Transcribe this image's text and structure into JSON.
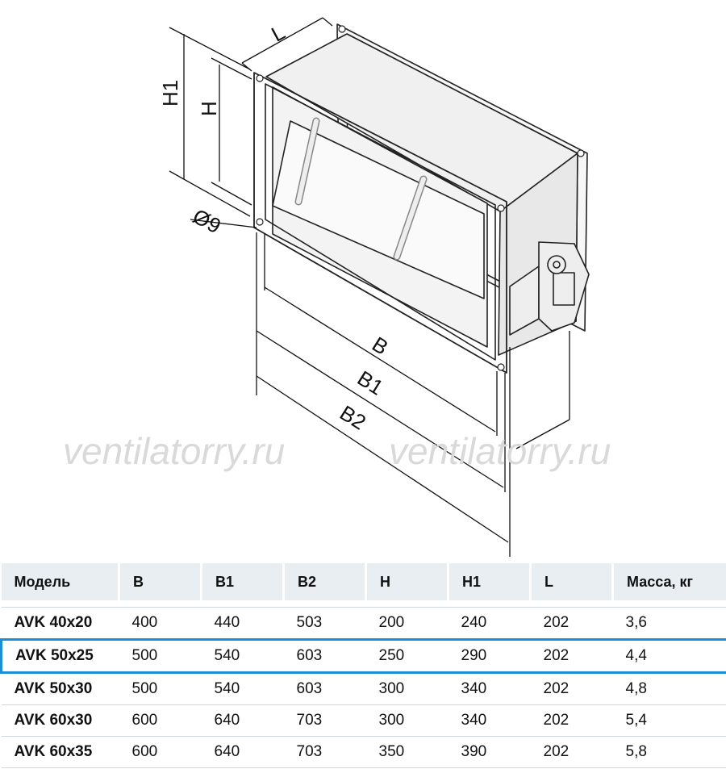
{
  "drawing": {
    "labels": {
      "L": "L",
      "H1": "H1",
      "H": "H",
      "d9": "Ø9",
      "B": "B",
      "B1": "B1",
      "B2": "B2"
    },
    "watermark": "ventilatorry.ru"
  },
  "table": {
    "headers": [
      "Модель",
      "B",
      "B1",
      "B2",
      "H",
      "H1",
      "L",
      "Масса, кг"
    ],
    "rows": [
      [
        "AVK 40x20",
        "400",
        "440",
        "503",
        "200",
        "240",
        "202",
        "3,6"
      ],
      [
        "AVK 50x25",
        "500",
        "540",
        "603",
        "250",
        "290",
        "202",
        "4,4"
      ],
      [
        "AVK 50x30",
        "500",
        "540",
        "603",
        "300",
        "340",
        "202",
        "4,8"
      ],
      [
        "AVK 60x30",
        "600",
        "640",
        "703",
        "300",
        "340",
        "202",
        "5,4"
      ],
      [
        "AVK 60x35",
        "600",
        "640",
        "703",
        "350",
        "390",
        "202",
        "5,8"
      ]
    ],
    "highlighted_row": 1,
    "highlight_color": "#1a8fd6"
  }
}
